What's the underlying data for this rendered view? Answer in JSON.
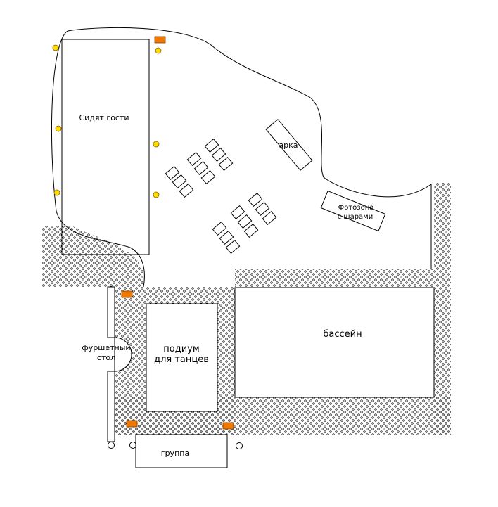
{
  "labels": {
    "guests": "Сидят гости",
    "arch": "арка",
    "photozone_line1": "Фотозона",
    "photozone_line2": "с шарами",
    "pool": "бассейн",
    "podium_line1": "подиум",
    "podium_line2": "для танцев",
    "buffet_line1": "фуршетный",
    "buffet_line2": "стол",
    "band": "группа"
  },
  "colors": {
    "stroke": "#000000",
    "orange_marker": "#f07800",
    "yellow_marker": "#ffdc00",
    "paving_dot": "#000000",
    "background": "#ffffff"
  },
  "icons": {
    "yellow_marker": "yellow-lamp-marker",
    "orange_marker": "orange-speaker-marker",
    "chair": "chair-rect",
    "post": "circle-post"
  }
}
